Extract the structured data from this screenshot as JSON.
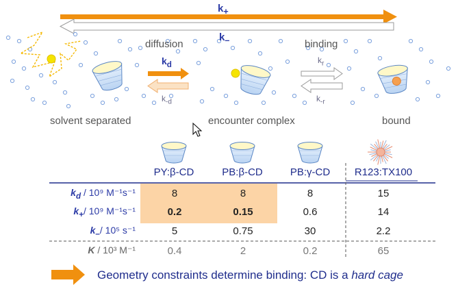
{
  "arrows": {
    "k_plus": {
      "label": "k",
      "sub": "+",
      "color": "#f0900f"
    },
    "k_minus": {
      "label": "k",
      "sub": "–"
    }
  },
  "stages": {
    "diffusion": "diffusion",
    "binding": "binding",
    "kd": {
      "label": "k",
      "sub": "d"
    },
    "kminus_d": {
      "label": "k",
      "sub": "-d"
    },
    "kr": {
      "label": "k",
      "sub": "r"
    },
    "kminus_r": {
      "label": "k",
      "sub": "-r"
    },
    "solvent_separated": "solvent separated",
    "encounter_complex": "encounter complex",
    "bound": "bound"
  },
  "table": {
    "columns": [
      "PY:β-CD",
      "PB:β-CD",
      "PB:γ-CD",
      "R123:TX100"
    ],
    "rows": [
      {
        "symbol": "k",
        "sub": "d",
        "unit": " / 10⁹ M⁻¹s⁻¹",
        "values": [
          "8",
          "8",
          "8",
          "15"
        ]
      },
      {
        "symbol": "k",
        "sub": "+",
        "unit": "/ 10⁹ M⁻¹s⁻¹",
        "values": [
          "0.2",
          "0.15",
          "0.6",
          "14"
        ]
      },
      {
        "symbol": "k",
        "sub": "–",
        "unit": "/ 10⁵ s⁻¹",
        "values": [
          "5",
          "0.75",
          "30",
          "2.2"
        ]
      },
      {
        "symbol": "K",
        "sub": "",
        "unit": " / 10³ M⁻¹",
        "values": [
          "0.4",
          "2",
          "0.2",
          "65"
        ]
      }
    ],
    "highlight_color": "#fcd4a6"
  },
  "conclusion": {
    "text": "Geometry constraints determine binding: CD is a ",
    "emphasis": "hard cage"
  },
  "colors": {
    "accent_orange": "#f0900f",
    "navy": "#1f2d8c",
    "dot": "#7aa0dd",
    "yellow": "#f5e400"
  }
}
